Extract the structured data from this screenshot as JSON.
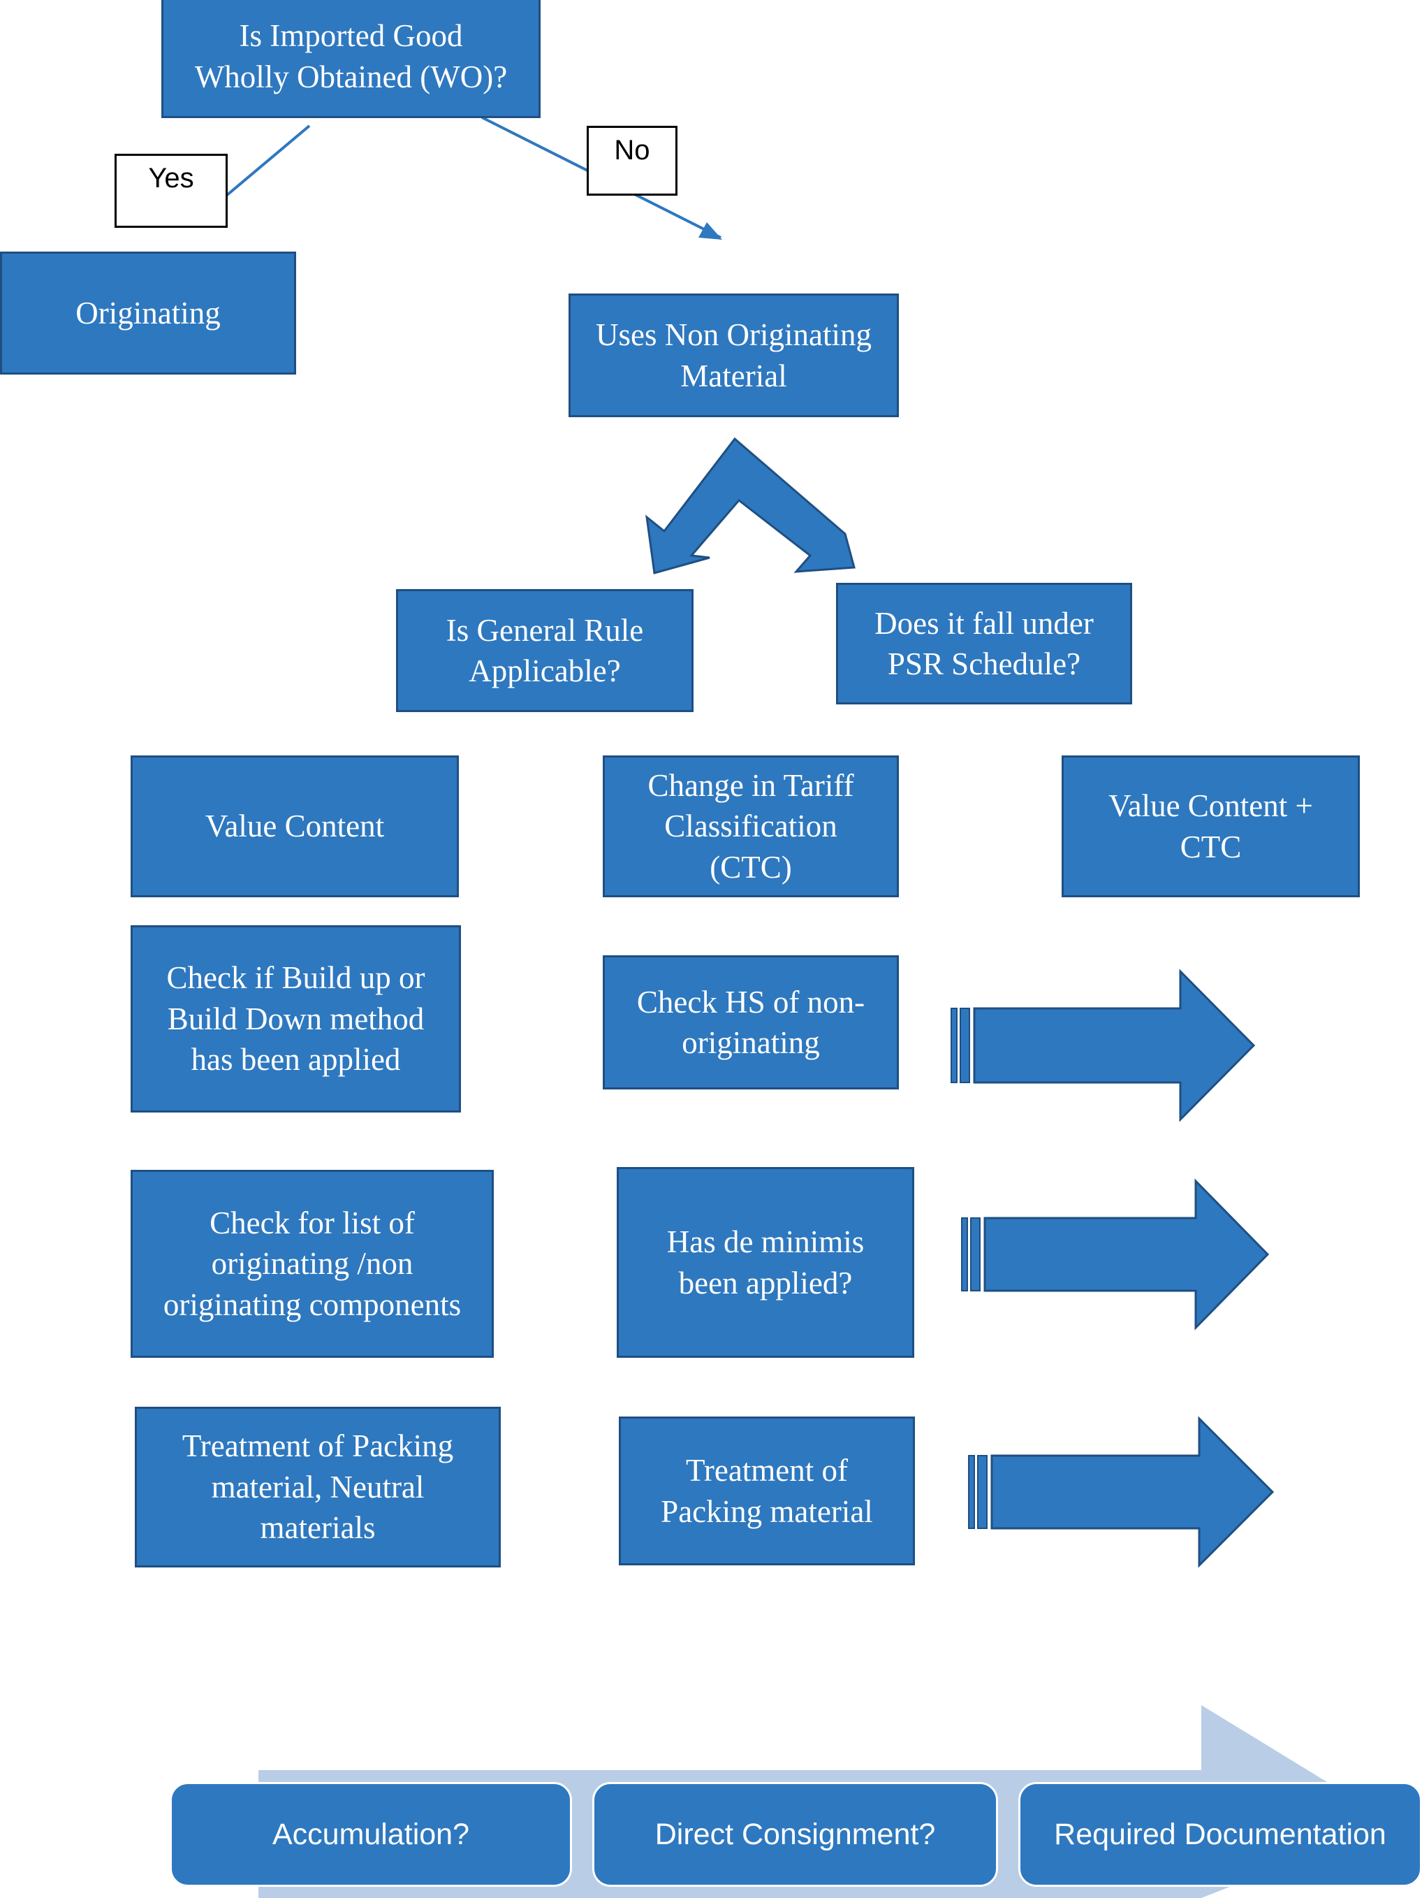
{
  "nodes": {
    "wholly_obtained": "Is Imported Good\nWholly Obtained (WO)?",
    "originating": "Originating",
    "uses_non_originating": "Uses Non Originating\nMaterial",
    "general_rule": "Is General Rule\nApplicable?",
    "psr_schedule": "Does it fall under\nPSR Schedule?",
    "value_content": "Value Content",
    "ctc": "Change in Tariff\nClassification\n(CTC)",
    "value_content_ctc": "Value Content +\nCTC",
    "build_up_down": "Check if Build up or\nBuild Down method\nhas been applied",
    "check_hs": "Check HS of non-\noriginating",
    "originating_components": "Check for list of\noriginating /non\noriginating components",
    "de_minimis": "Has de minimis\nbeen applied?",
    "packing_neutral": "Treatment of Packing\nmaterial, Neutral\nmaterials",
    "packing_material": "Treatment of\nPacking material"
  },
  "edge_labels": {
    "yes": "Yes",
    "no": "No"
  },
  "process_steps": [
    "Accumulation?",
    "Direct Consignment?",
    "Required Documentation"
  ],
  "colors": {
    "box_fill": "#2e78bf",
    "box_border": "#1f4f82",
    "process_band": "#b9cde6",
    "connector": "#2e78bf"
  }
}
